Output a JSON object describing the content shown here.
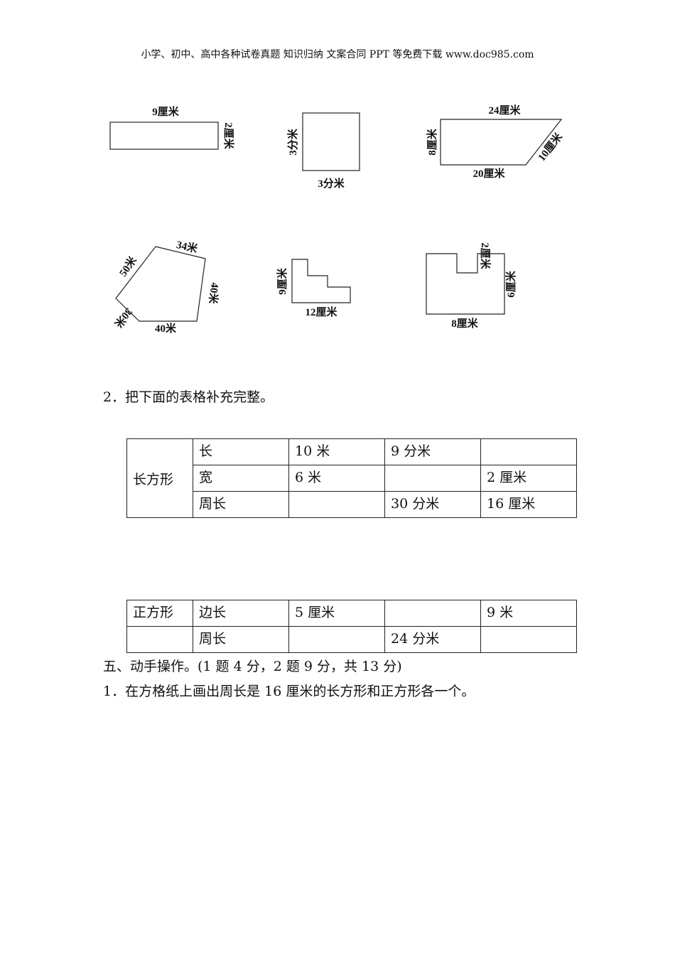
{
  "header": "小学、初中、高中各种试卷真题 知识归纳 文案合同 PPT 等免费下载   www.doc985.com",
  "figures": {
    "f1": {
      "top": "9厘米",
      "right": "2厘米"
    },
    "f2": {
      "left": "3分米",
      "bottom": "3分米"
    },
    "f3": {
      "top": "24厘米",
      "left": "8厘米",
      "bottom": "20厘米",
      "slant": "10厘米"
    },
    "f4": {
      "a": "34米",
      "b": "50米",
      "c": "40米",
      "d": "30米",
      "e": "40米"
    },
    "f5": {
      "left": "9厘米",
      "bottom": "12厘米"
    },
    "f6": {
      "notch": "2厘米",
      "right": "6厘米",
      "bottom": "8厘米"
    }
  },
  "q2": "2．把下面的表格补充完整。",
  "table1": {
    "group": "长方形",
    "rows": [
      [
        "长",
        "10 米",
        "9 分米",
        ""
      ],
      [
        "宽",
        "6 米",
        "",
        "2 厘米"
      ],
      [
        "周长",
        "",
        "30 分米",
        "16 厘米"
      ]
    ]
  },
  "table2": {
    "rows": [
      [
        "正方形",
        "边长",
        "5 厘米",
        "",
        "9 米"
      ],
      [
        "",
        "周长",
        "",
        "24 分米",
        ""
      ]
    ]
  },
  "section5": "五、动手操作。(1 题 4 分，2 题 9 分，共 13 分)",
  "q5_1": "1．在方格纸上画出周长是 16 厘米的长方形和正方形各一个。"
}
